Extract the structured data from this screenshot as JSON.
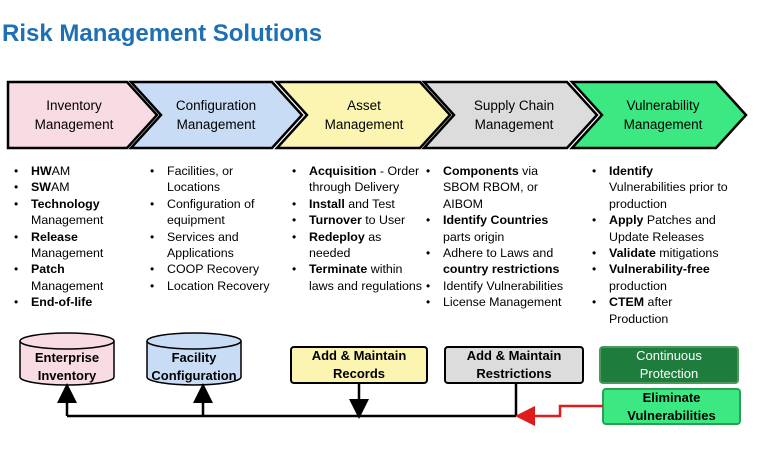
{
  "title": "Risk Management Solutions",
  "stages": [
    {
      "label": "Inventory\nManagement",
      "color": "#f9dbe3"
    },
    {
      "label": "Configuration\nManagement",
      "color": "#c9dcf5"
    },
    {
      "label": "Asset\nManagement",
      "color": "#fbf5b1"
    },
    {
      "label": "Supply Chain\nManagement",
      "color": "#dcdcdc"
    },
    {
      "label": "Vulnerability\nManagement",
      "color": "#3ce882"
    }
  ],
  "columns": [
    {
      "items": [
        [
          {
            "t": "HW",
            "b": true
          },
          {
            "t": "AM",
            "b": false
          }
        ],
        [
          {
            "t": "SW",
            "b": true
          },
          {
            "t": "AM",
            "b": false
          }
        ],
        [
          {
            "t": "Technology",
            "b": true
          },
          {
            "t": " Management",
            "b": false
          }
        ],
        [
          {
            "t": "Release",
            "b": true
          },
          {
            "t": " Management",
            "b": false
          }
        ],
        [
          {
            "t": "Patch",
            "b": true
          },
          {
            "t": " Management",
            "b": false
          }
        ],
        [
          {
            "t": "End-of-life",
            "b": true
          }
        ]
      ]
    },
    {
      "items": [
        [
          {
            "t": "Facilities, or Locations",
            "b": false
          }
        ],
        [
          {
            "t": "Configuration of equipment",
            "b": false
          }
        ],
        [
          {
            "t": "Services and Applications",
            "b": false
          }
        ],
        [
          {
            "t": "COOP Recovery",
            "b": false
          }
        ],
        [
          {
            "t": "Location Recovery",
            "b": false
          }
        ]
      ]
    },
    {
      "items": [
        [
          {
            "t": "Acquisition",
            "b": true
          },
          {
            "t": " - Order through Delivery",
            "b": false
          }
        ],
        [
          {
            "t": "Install",
            "b": true
          },
          {
            "t": " and Test",
            "b": false
          }
        ],
        [
          {
            "t": "Turnover",
            "b": true
          },
          {
            "t": " to User",
            "b": false
          }
        ],
        [
          {
            "t": "Redeploy",
            "b": true
          },
          {
            "t": " as needed",
            "b": false
          }
        ],
        [
          {
            "t": "Terminate",
            "b": true
          },
          {
            "t": " within laws and regulations",
            "b": false
          }
        ]
      ]
    },
    {
      "items": [
        [
          {
            "t": "Components",
            "b": true
          },
          {
            "t": " via SBOM RBOM, or AIBOM",
            "b": false
          }
        ],
        [
          {
            "t": "Identify Countries",
            "b": true
          },
          {
            "t": " parts origin",
            "b": false
          }
        ],
        [
          {
            "t": "Adhere to Laws and ",
            "b": false
          },
          {
            "t": "country restrictions",
            "b": true
          }
        ],
        [
          {
            "t": "Identify Vulnerabilities",
            "b": false
          }
        ],
        [
          {
            "t": "License Management",
            "b": false
          }
        ]
      ]
    },
    {
      "items": [
        [
          {
            "t": "Identify",
            "b": true
          },
          {
            "t": " Vulnerabilities prior to production",
            "b": false
          }
        ],
        [
          {
            "t": "Apply",
            "b": true
          },
          {
            "t": " Patches and Update Releases",
            "b": false
          }
        ],
        [
          {
            "t": "Validate",
            "b": true
          },
          {
            "t": " mitigations",
            "b": false
          }
        ],
        [
          {
            "t": "Vulnerability-free",
            "b": true
          },
          {
            "t": " production",
            "b": false
          }
        ],
        [
          {
            "t": "CTEM",
            "b": true
          },
          {
            "t": " after Production",
            "b": false
          }
        ]
      ]
    }
  ],
  "bottom": {
    "enterprise_inventory": "Enterprise\nInventory",
    "facility_configuration": "Facility\nConfiguration",
    "add_maintain_records": "Add & Maintain\nRecords",
    "add_maintain_restrictions": "Add & Maintain\nRestrictions",
    "continuous_protection": "Continuous\nProtection",
    "eliminate_vulnerabilities": "Eliminate\nVulnerabilities"
  },
  "colors": {
    "title": "#1f6fb5",
    "cylinder_pink": "#f9dbe3",
    "cylinder_blue": "#c9dcf5",
    "box_yellow": "#fbf5b1",
    "box_gray": "#dcdcdc",
    "box_dark_green": "#1e7d3c",
    "box_green": "#3ce882",
    "connector_red": "#e01b1b"
  }
}
